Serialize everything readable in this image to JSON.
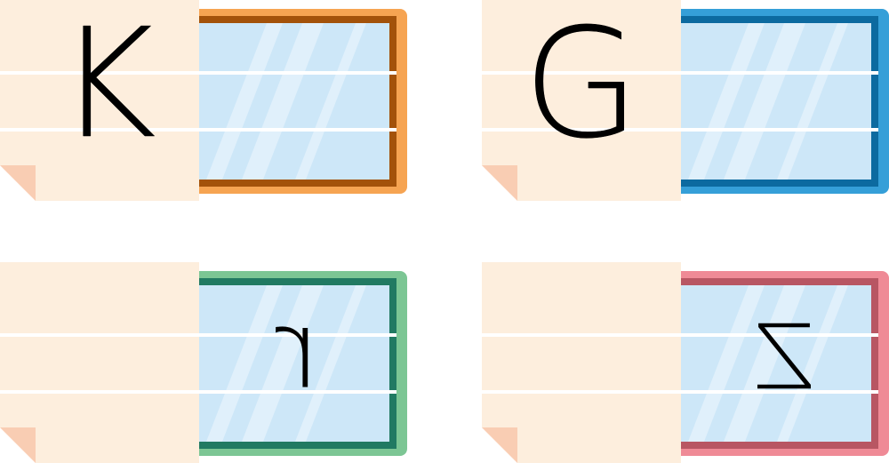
{
  "cards": [
    {
      "letter": "K",
      "frame_color": "#f6a452",
      "frame_inner_color": "#a3520a",
      "mirrored": false,
      "letter_area": "paper"
    },
    {
      "letter": "G",
      "frame_color": "#359fd8",
      "frame_inner_color": "#0c6aa0",
      "mirrored": false,
      "letter_area": "paper"
    },
    {
      "letter": "r",
      "frame_color": "#7cc694",
      "frame_inner_color": "#217a62",
      "mirrored": true,
      "letter_area": "window"
    },
    {
      "letter": "Z",
      "frame_color": "#ef8a96",
      "frame_inner_color": "#b85663",
      "mirrored": true,
      "letter_area": "window"
    }
  ],
  "colors": {
    "paper": "#fdeedd",
    "paper_fold": "#f9cdb3",
    "glass": "#cde7f8",
    "glass_light": "#e0f0fb",
    "rule_line": "#ffffff"
  }
}
